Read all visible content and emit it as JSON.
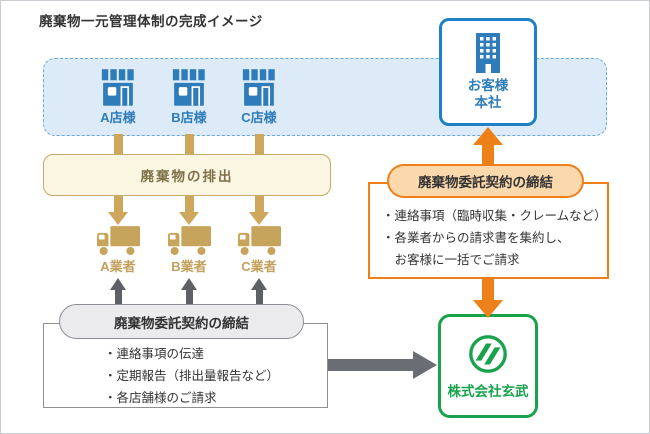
{
  "title": "廃棄物一元管理体制の完成イメージ",
  "colors": {
    "store_blue": "#2e7cb9",
    "zone_fill": "#dcebf7",
    "zone_border": "#6aa7da",
    "tan": "#cfa75c",
    "cream_fill": "#faf6e2",
    "cream_border": "#c6aa66",
    "cream_text": "#7e7048",
    "gray_arrow": "#5d6167",
    "gray_pill_fill": "#ebebee",
    "gray_pill_border": "#8d8d96",
    "orange": "#ee8019",
    "orange_pill_fill": "#fbd9ad",
    "customer_border_blue": "#1e80c5",
    "green": "#18a24c",
    "text_dark": "#333333"
  },
  "stores": {
    "items": [
      {
        "label": "A店様"
      },
      {
        "label": "B店様"
      },
      {
        "label": "C店様"
      }
    ]
  },
  "discharge_box": {
    "label": "廃棄物の排出"
  },
  "vendors": {
    "items": [
      {
        "label": "A業者"
      },
      {
        "label": "B業者"
      },
      {
        "label": "C業者"
      }
    ]
  },
  "left_contract": {
    "pill_label": "廃棄物委託契約の締結",
    "bullets": [
      "・連絡事項の伝達",
      "・定期報告（排出量報告など）",
      "・各店舗様のご請求"
    ]
  },
  "customer_hq": {
    "name_line1": "お客様",
    "name_line2": "本社"
  },
  "right_contract": {
    "pill_label": "廃棄物委託契約の締結",
    "bullets": [
      "・連絡事項（臨時収集・クレームなど）",
      "・各業者からの請求書を集約し、",
      "　お客様に一括でご請求"
    ]
  },
  "company": {
    "name": "株式会社玄武"
  },
  "icons": {
    "store": "storefront-icon",
    "vendor": "truck-icon",
    "customer": "office-building-icon",
    "company": "genbu-circle-logo-icon"
  }
}
